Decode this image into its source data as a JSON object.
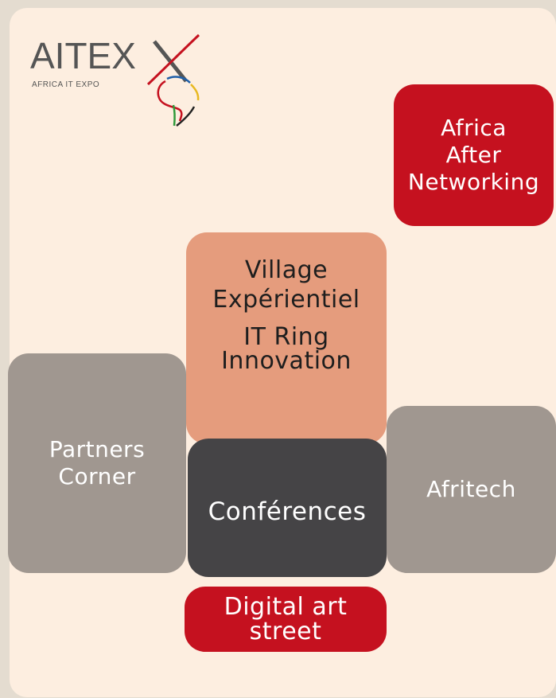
{
  "logo": {
    "wordmark": "AITEX",
    "tagline": "AFRICA IT EXPO",
    "colors": {
      "text": "#555555",
      "x_accent": "#c5111f",
      "map_red": "#c5111f",
      "map_blue": "#1f5fa8",
      "map_yellow": "#e8b820",
      "map_green": "#2f9a3a",
      "map_dark": "#222222"
    }
  },
  "zones": {
    "africa_after": {
      "lines": [
        "Africa",
        "After",
        "Networking"
      ],
      "color": "#c5111f"
    },
    "village": {
      "lines": [
        "Village",
        "Expérientiel"
      ],
      "lines2": [
        "IT Ring",
        "Innovation"
      ],
      "color": "#e59c7d"
    },
    "partners": {
      "lines": [
        "Partners",
        "Corner"
      ],
      "color": "#a09790"
    },
    "afritech": {
      "label": "Afritech",
      "color": "#a09790"
    },
    "conferences": {
      "label": "Conférences",
      "color": "#454446"
    },
    "digital": {
      "lines": [
        "Digital art",
        "street"
      ],
      "color": "#c5111f"
    }
  },
  "background": {
    "outer": "#e4dcd0",
    "panel": "#fdeee0"
  }
}
